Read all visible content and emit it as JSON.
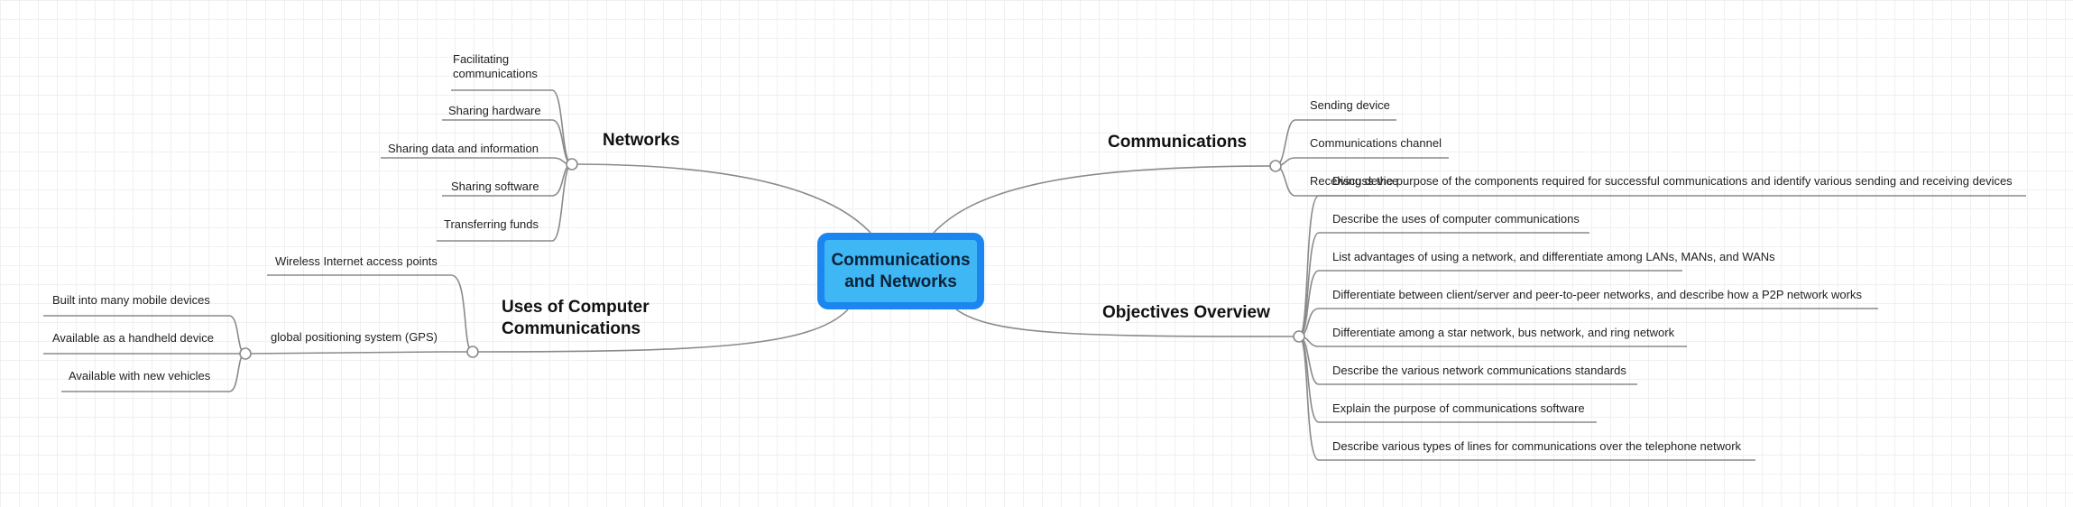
{
  "central": {
    "label": "Communications and Networks"
  },
  "topics": {
    "networks": {
      "label": "Networks",
      "items": [
        "Facilitating communications",
        "Sharing hardware",
        "Sharing data and information",
        "Sharing software",
        "Transferring funds"
      ]
    },
    "uses": {
      "label": "Uses of Computer Communications",
      "items": [
        "Wireless Internet access points",
        "global positioning system (GPS)"
      ],
      "gps_items": [
        "Built into many mobile devices",
        "Available as a handheld device",
        "Available with new vehicles"
      ]
    },
    "communications": {
      "label": "Communications",
      "items": [
        "Sending device",
        "Communications channel",
        "Receiving device"
      ]
    },
    "objectives": {
      "label": "Objectives Overview",
      "items": [
        "Discuss the purpose of the components required for successful communications and identify various sending and receiving devices",
        "Describe the uses of computer communications",
        "List advantages of using a network, and differentiate among LANs, MANs, and WANs",
        "Differentiate between client/server and peer-to-peer networks, and describe how a P2P network works",
        "Differentiate among a star network, bus network, and ring network",
        "Describe the various network communications standards",
        "Explain the purpose of communications software",
        "Describe various types of lines for communications over the telephone network"
      ]
    }
  },
  "colors": {
    "line": "#8a8a8a",
    "node_fill": "#ffffff",
    "central_fill": "#3fb7f4",
    "central_border": "#1b86f0"
  }
}
